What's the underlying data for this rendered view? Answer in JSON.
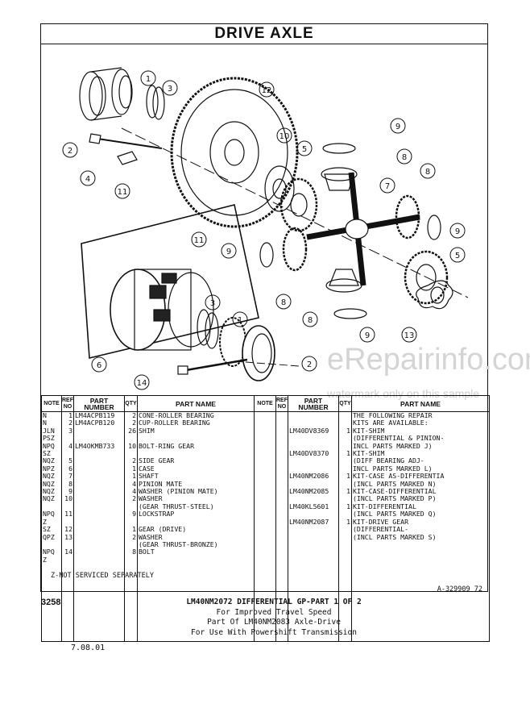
{
  "title": "DRIVE AXLE",
  "callouts": [
    "1",
    "2",
    "3",
    "4",
    "5",
    "6",
    "7",
    "8",
    "9",
    "10",
    "11",
    "12",
    "13",
    "14"
  ],
  "watermark": {
    "main": "eRepairinfo.com",
    "sub": "watermark only on this sample"
  },
  "headers": {
    "note": "NOTE",
    "ref_no": "REF NO",
    "part_number": "PART NUMBER",
    "qty": "QTY",
    "part_name": "PART NAME"
  },
  "left_rows": [
    {
      "note": "N",
      "ref": "1",
      "part": "LM4ACPB119",
      "qty": "2",
      "name": "CONE-ROLLER BEARING"
    },
    {
      "note": "N",
      "ref": "2",
      "part": "LM4ACPB120",
      "qty": "2",
      "name": "CUP-ROLLER BEARING"
    },
    {
      "note": "JLN",
      "ref": "3",
      "part": "",
      "qty": "26",
      "name": "SHIM"
    },
    {
      "note": "PSZ",
      "ref": "",
      "part": "",
      "qty": "",
      "name": ""
    },
    {
      "note": "NPQ",
      "ref": "4",
      "part": "LM4OKMB733",
      "qty": "10",
      "name": "BOLT-RING GEAR"
    },
    {
      "note": "SZ",
      "ref": "",
      "part": "",
      "qty": "",
      "name": ""
    },
    {
      "note": "NQZ",
      "ref": "5",
      "part": "",
      "qty": "2",
      "name": "SIDE GEAR"
    },
    {
      "note": "NPZ",
      "ref": "6",
      "part": "",
      "qty": "1",
      "name": "CASE"
    },
    {
      "note": "NQZ",
      "ref": "7",
      "part": "",
      "qty": "1",
      "name": "SHAFT"
    },
    {
      "note": "NQZ",
      "ref": "8",
      "part": "",
      "qty": "4",
      "name": "PINION MATE"
    },
    {
      "note": "NQZ",
      "ref": "9",
      "part": "",
      "qty": "4",
      "name": "WASHER (PINION MATE)"
    },
    {
      "note": "NQZ",
      "ref": "10",
      "part": "",
      "qty": "2",
      "name": "WASHER"
    },
    {
      "note": "",
      "ref": "",
      "part": "",
      "qty": "",
      "name": "(GEAR THRUST-STEEL)"
    },
    {
      "note": "NPQ",
      "ref": "11",
      "part": "",
      "qty": "9",
      "name": "LOCKSTRAP"
    },
    {
      "note": "Z",
      "ref": "",
      "part": "",
      "qty": "",
      "name": ""
    },
    {
      "note": "SZ",
      "ref": "12",
      "part": "",
      "qty": "1",
      "name": "GEAR (DRIVE)"
    },
    {
      "note": "QPZ",
      "ref": "13",
      "part": "",
      "qty": "2",
      "name": "WASHER"
    },
    {
      "note": "",
      "ref": "",
      "part": "",
      "qty": "",
      "name": "(GEAR THRUST-BRONZE)"
    },
    {
      "note": "NPQ",
      "ref": "14",
      "part": "",
      "qty": "8",
      "name": "BOLT"
    },
    {
      "note": "Z",
      "ref": "",
      "part": "",
      "qty": "",
      "name": ""
    }
  ],
  "right_rows": [
    {
      "part": "",
      "qty": "",
      "name": "THE FOLLOWING REPAIR"
    },
    {
      "part": "",
      "qty": "",
      "name": "KITS ARE AVAILABLE:"
    },
    {
      "part": "LM40DV8369",
      "qty": "1",
      "name": "KIT-SHIM"
    },
    {
      "part": "",
      "qty": "",
      "name": "(DIFFERENTIAL & PINION-"
    },
    {
      "part": "",
      "qty": "",
      "name": "INCL PARTS MARKED J)"
    },
    {
      "part": "LM40DV8370",
      "qty": "1",
      "name": "KIT-SHIM"
    },
    {
      "part": "",
      "qty": "",
      "name": "(DIFF BEARING ADJ-"
    },
    {
      "part": "",
      "qty": "",
      "name": "INCL PARTS MARKED L)"
    },
    {
      "part": "LM40NM2086",
      "qty": "1",
      "name": "KIT-CASE AS-DIFFERENTIA"
    },
    {
      "part": "",
      "qty": "",
      "name": "(INCL PARTS MARKED N)"
    },
    {
      "part": "LM40NM2085",
      "qty": "1",
      "name": "KIT-CASE-DIFFERENTIAL"
    },
    {
      "part": "",
      "qty": "",
      "name": "(INCL PARTS MARKED P)"
    },
    {
      "part": "LM40KL5601",
      "qty": "1",
      "name": "KIT-DIFFERENTIAL"
    },
    {
      "part": "",
      "qty": "",
      "name": "(INCL PARTS MARKED Q)"
    },
    {
      "part": "LM40NM2087",
      "qty": "1",
      "name": "KIT-DRIVE GEAR"
    },
    {
      "part": "",
      "qty": "",
      "name": "(DIFFERENTIAL-"
    },
    {
      "part": "",
      "qty": "",
      "name": "(INCL PARTS MARKED S)"
    },
    {
      "part": "",
      "qty": "",
      "name": ""
    },
    {
      "part": "",
      "qty": "",
      "name": ""
    },
    {
      "part": "",
      "qty": "",
      "name": ""
    }
  ],
  "footnote": "Z-NOT SERVICED SEPARATELY",
  "drawing_number": "A-329909 72",
  "footer": {
    "page_left": "3258",
    "line1": "LM40NM2072 DIFFERENTIAL GP-PART 1 OF 2",
    "line2": "For Improved Travel Speed",
    "line3": "Part Of LM40NM2083 Axle-Drive",
    "line4": "For Use With Powershift Transmission",
    "page_number": "7.08.01"
  }
}
